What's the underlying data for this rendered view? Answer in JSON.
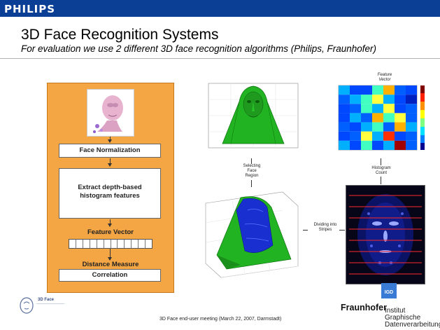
{
  "header": {
    "brand": "PHILIPS"
  },
  "slide": {
    "title": "3D Face Recognition Systems",
    "subtitle": "For evaluation we use 2 different 3D face recognition algorithms (Philips, Fraunhofer)"
  },
  "flow": {
    "face_normalization": "Face Normalization",
    "extract_line1": "Extract depth-based",
    "extract_line2": "histogram features",
    "feature_vector": "Feature Vector",
    "distance_measure": "Distance Measure",
    "correlation": "Correlation"
  },
  "figure": {
    "feature_vector_line1": "Feature",
    "feature_vector_line2": "Vector",
    "selecting_line1": "Selecting",
    "selecting_line2": "Face",
    "selecting_line3": "Region",
    "histogram_line1": "Histogram",
    "histogram_line2": "Count",
    "dividing_line1": "Dividing into",
    "dividing_line2": "Stripes"
  },
  "footer": {
    "text": "3D Face end-user meeting (March 22, 2007, Darmstadt)",
    "logo_left": "3D Face",
    "fraunhofer": "Fraunhofer",
    "institut_line1": "Institut",
    "institut_line2": "Graphische",
    "institut_line3": "Datenverarbeitung",
    "igd": "IGD"
  },
  "colors": {
    "brand_bar": "#0b3f96",
    "flow_panel": "#f4a544",
    "surface_green": "#22b322",
    "surface_blue": "#1a2fd0"
  }
}
